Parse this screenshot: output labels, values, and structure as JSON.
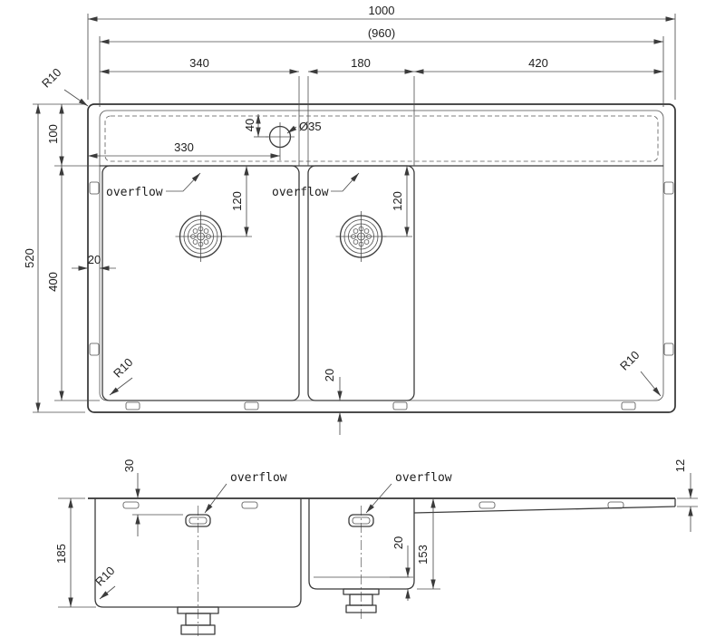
{
  "top": {
    "d1000": "1000",
    "d960": "(960)",
    "d340": "340",
    "d180": "180",
    "d420": "420",
    "d520": "520",
    "d100": "100",
    "d400": "400",
    "d330": "330",
    "d40": "40",
    "dia35": "Ø35",
    "d120a": "120",
    "d120b": "120",
    "d20side": "20",
    "d20bottom": "20",
    "r10tl": "R10",
    "r10bl": "R10",
    "r10br": "R10",
    "overflow_left": "overflow",
    "overflow_right": "overflow"
  },
  "front": {
    "d30": "30",
    "d185": "185",
    "d153": "153",
    "d20": "20",
    "d12": "12",
    "r10": "R10",
    "overflow_left": "overflow",
    "overflow_right": "overflow"
  }
}
